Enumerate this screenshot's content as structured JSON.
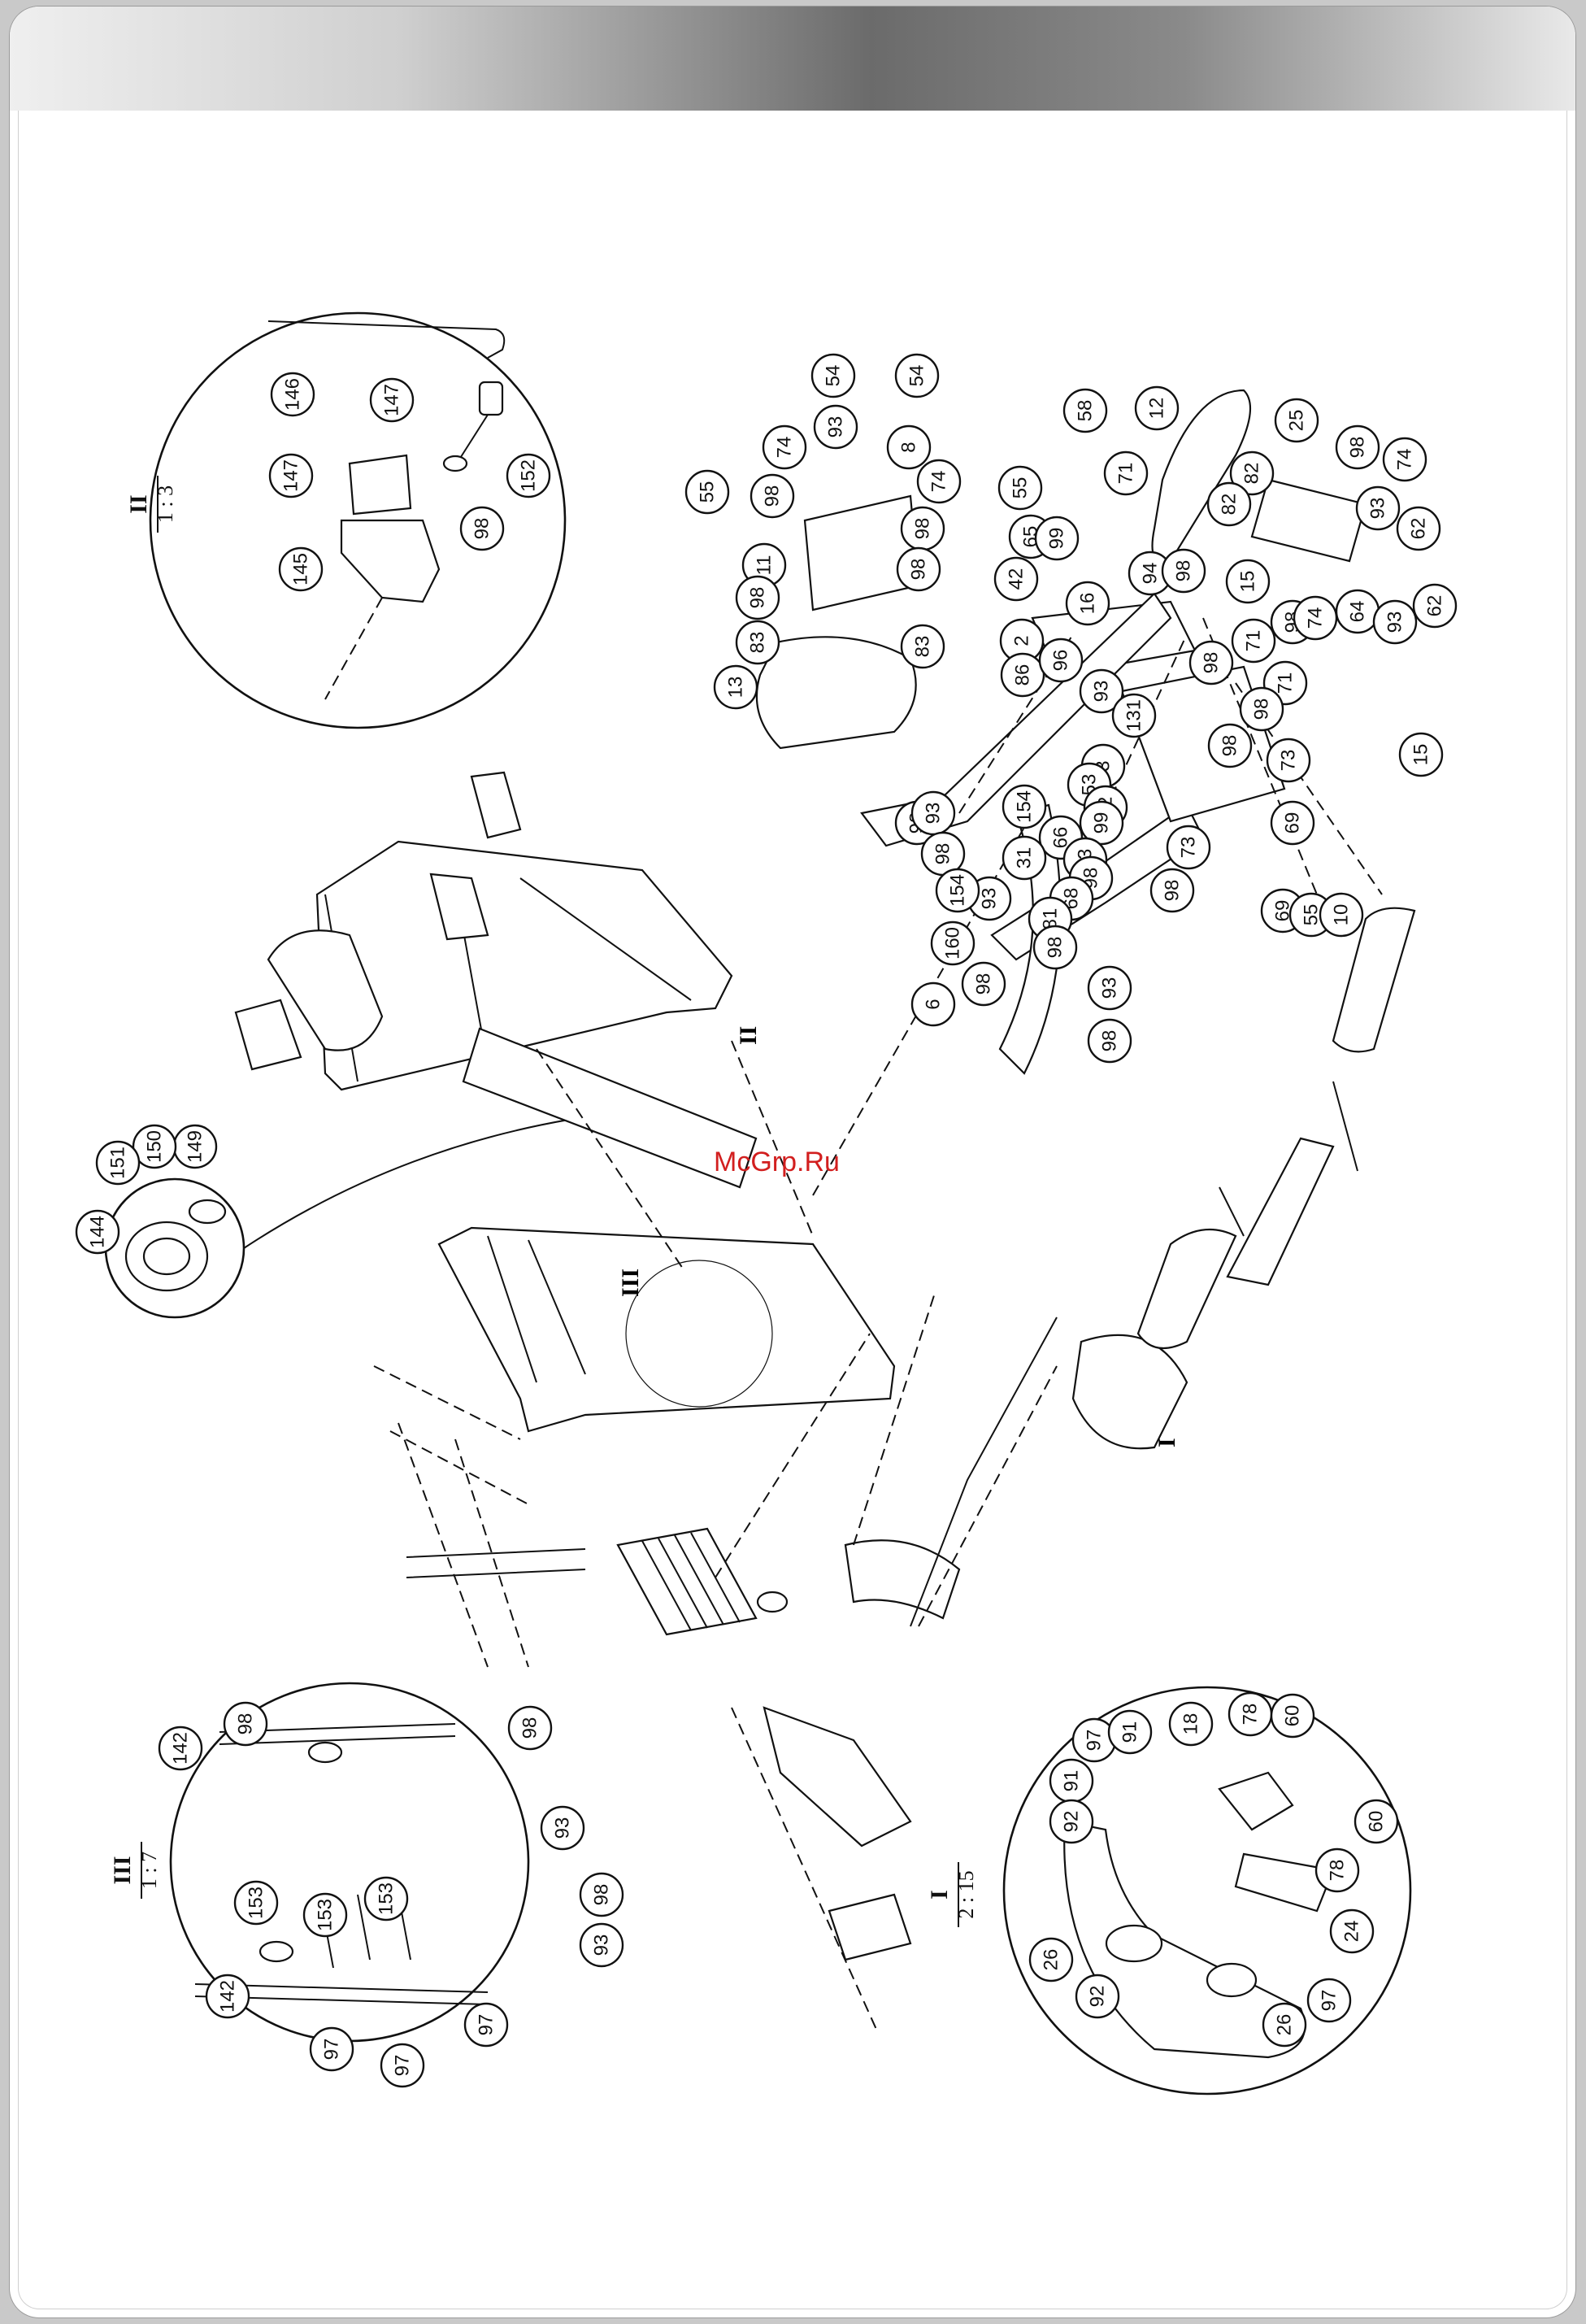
{
  "watermark": "McGrp.Ru",
  "details": [
    {
      "id": "II",
      "scale": "1 : 3",
      "callouts": [
        "146",
        "147",
        "147",
        "145",
        "98",
        "152"
      ]
    },
    {
      "id": "III",
      "scale": "1 : 7",
      "callouts": [
        "142",
        "98",
        "98",
        "93",
        "153",
        "153",
        "153",
        "142",
        "97",
        "97",
        "97",
        "98",
        "93"
      ]
    },
    {
      "id": "I",
      "scale": "2 : 15",
      "callouts": [
        "97",
        "91",
        "18",
        "78",
        "60",
        "91",
        "92",
        "60",
        "78",
        "24",
        "26",
        "92",
        "26",
        "97"
      ]
    }
  ],
  "section_marks": [
    "II",
    "III",
    "I"
  ],
  "pulley_callouts": [
    "149",
    "150",
    "151",
    "144"
  ],
  "top_assembly_callouts": [
    "54",
    "54",
    "93",
    "74",
    "8",
    "74",
    "98",
    "55",
    "11",
    "98",
    "98",
    "83",
    "98",
    "83",
    "13",
    "42",
    "16",
    "55",
    "65",
    "99",
    "58",
    "71",
    "12",
    "25",
    "98",
    "74",
    "82",
    "82",
    "93",
    "62",
    "98",
    "74",
    "64",
    "93",
    "62",
    "94",
    "98",
    "15",
    "2",
    "86",
    "96",
    "93",
    "131",
    "98",
    "71",
    "71",
    "98",
    "3",
    "98",
    "73",
    "15",
    "53",
    "32",
    "66",
    "99",
    "93",
    "98",
    "73",
    "98",
    "69",
    "69",
    "55",
    "10",
    "98",
    "93",
    "154",
    "98",
    "93",
    "154",
    "68",
    "31",
    "81",
    "98",
    "160",
    "98",
    "6",
    "93",
    "98"
  ]
}
